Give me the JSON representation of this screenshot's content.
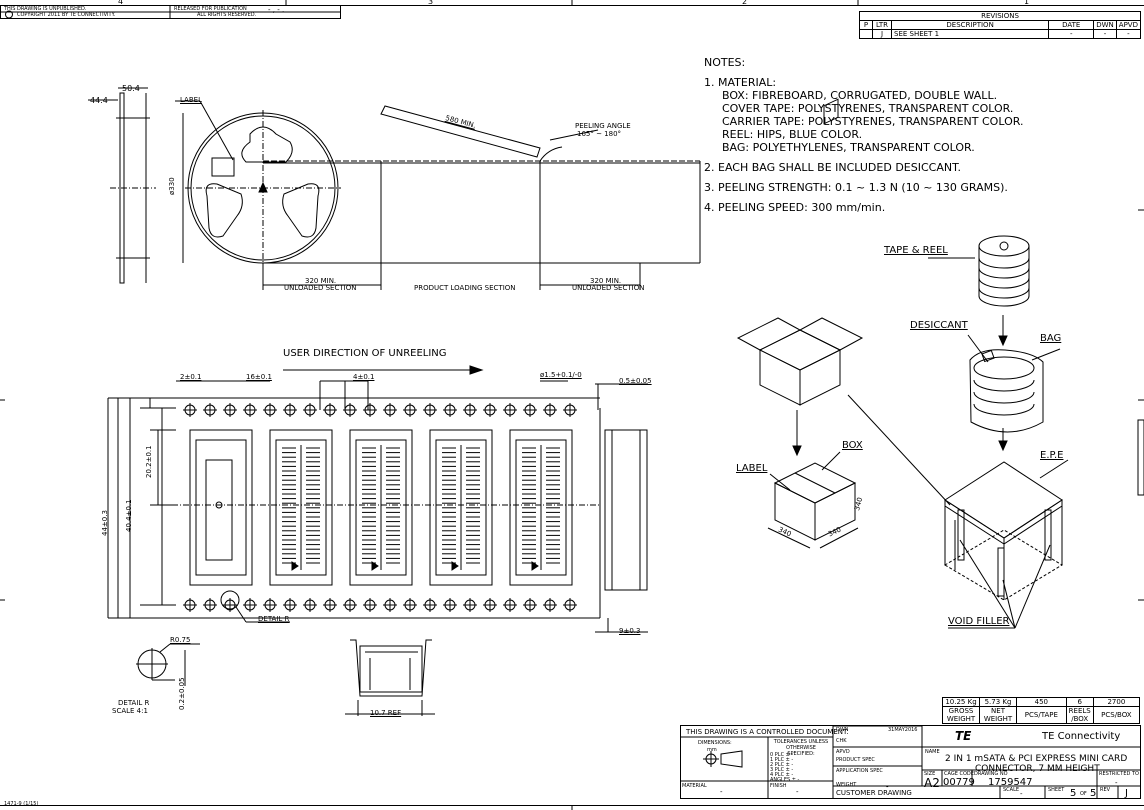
{
  "border": {
    "zones_top": [
      "4",
      "3",
      "2",
      "1"
    ],
    "unpublished": "THIS DRAWING IS UNPUBLISHED.",
    "copyright": "COPYRIGHT 2011 BY TE CONNECTIVITY.",
    "released": "RELEASED FOR PUBLICATION",
    "rights": "ALL RIGHTS RESERVED.",
    "dash": "- , -  .",
    "form_no": "1471-9 (1/15)"
  },
  "revisions": {
    "title": "REVISIONS",
    "headers": [
      "P",
      "LTR",
      "DESCRIPTION",
      "DATE",
      "DWN",
      "APVD"
    ],
    "row": [
      "",
      "J",
      "SEE SHEET 1",
      "-",
      "-",
      "-"
    ]
  },
  "notes": {
    "heading": "NOTES:",
    "n1_title": "1.  MATERIAL:",
    "n1_lines": [
      "BOX: FIBREBOARD, CORRUGATED, DOUBLE WALL.",
      "COVER TAPE: POLYSTYRENES, TRANSPARENT COLOR.",
      "CARRIER TAPE: POLYSTYRENES, TRANSPARENT COLOR.",
      "REEL: HIPS, BLUE COLOR.",
      "BAG: POLYETHYLENES, TRANSPARENT COLOR."
    ],
    "n2": "2.  EACH BAG SHALL BE INCLUDED DESICCANT.",
    "n3": "3.  PEELING STRENGTH: 0.1 ~ 1.3 N (10 ~ 130 GRAMS).",
    "n4": "4.  PEELING SPEED: 300 mm/min."
  },
  "reel_view": {
    "dim_50_4": "50.4",
    "dim_44_4": "44.4",
    "label": "LABEL",
    "dia_330": "ø330",
    "dim_580": "580 MIN.",
    "peel_angle_1": "PEELING ANGLE",
    "peel_angle_2": "165° ~ 180°",
    "sec_left_dim": "320 MIN.",
    "sec_left": "UNLOADED SECTION",
    "sec_mid": "PRODUCT LOADING SECTION",
    "sec_right_dim": "320 MIN.",
    "sec_right": "UNLOADED SECTION"
  },
  "tape_view": {
    "direction": "USER DIRECTION OF UNREELING",
    "d_2": "2±0.1",
    "d_16": "16±0.1",
    "d_4": "4±0.1",
    "d_hole": "ø1.5+0.1/-0",
    "d_05": "0.5±0.05",
    "d_202": "20.2±0.1",
    "d_404": "40.4±0.1",
    "d_44": "44±0.3",
    "d_9": "9±0.3",
    "detail_r": "DETAIL R",
    "d_107": "10.7 REF",
    "r075": "R0.75",
    "d_02": "0.2±0.05",
    "detail_r_title": "DETAIL R",
    "detail_scale": "SCALE 4:1"
  },
  "packing": {
    "tape_reel": "TAPE & REEL",
    "desiccant": "DESICCANT",
    "bag": "BAG",
    "box": "BOX",
    "label": "LABEL",
    "epe": "E.P.E",
    "void_filler": "VOID FILLER",
    "dim_a": "340",
    "dim_b": "340",
    "dim_c": "340"
  },
  "weights": {
    "values": [
      "10.25 Kg",
      "5.73 Kg",
      "450",
      "6",
      "2700"
    ],
    "labels": [
      "GROSS WEIGHT",
      "NET WEIGHT",
      "PCS/TAPE",
      "REELS /BOX",
      "PCS/BOX"
    ]
  },
  "title_block": {
    "controlled": "THIS DRAWING IS A CONTROLLED DOCUMENT.",
    "dimensions": "DIMENSIONS:",
    "mm": "mm",
    "tolerances": "TOLERANCES UNLESS OTHERWISE SPECIFIED:",
    "plc": [
      "0 PLC  ± -",
      "1 PLC  ± -",
      "2 PLC  ± -",
      "3 PLC  ± -",
      "4 PLC  ± -"
    ],
    "angles": "ANGLES      ± -",
    "material": "MATERIAL",
    "finish": "FINISH",
    "material_val": "-",
    "finish_val": "-",
    "dwn": "DWN",
    "dwn_date": "31MAY2016",
    "chk": "CHK",
    "apvd": "APVD",
    "product_spec": "PRODUCT SPEC",
    "application_spec": "APPLICATION SPEC",
    "weight": "WEIGHT",
    "weight_val": "-",
    "customer": "CUSTOMER DRAWING",
    "company": "TE Connectivity",
    "logo": "TE",
    "name_label": "NAME",
    "name_line1": "2 IN 1 mSATA & PCI EXPRESS MINI CARD",
    "name_line2": "CONNECTOR, 7 MM HEIGHT",
    "size_label": "SIZE",
    "cage_label": "CAGE CODE",
    "dwgno_label": "DRAWING NO",
    "restricted_label": "RESTRICTED TO",
    "size": "A2",
    "cage": "00779",
    "dwgno": "1759547",
    "restricted": "-",
    "scale_label": "SCALE",
    "scale": "-",
    "sheet_label": "SHEET",
    "sheet": "5",
    "of": "OF",
    "sheets": "5",
    "rev_label": "REV",
    "rev": "J"
  }
}
